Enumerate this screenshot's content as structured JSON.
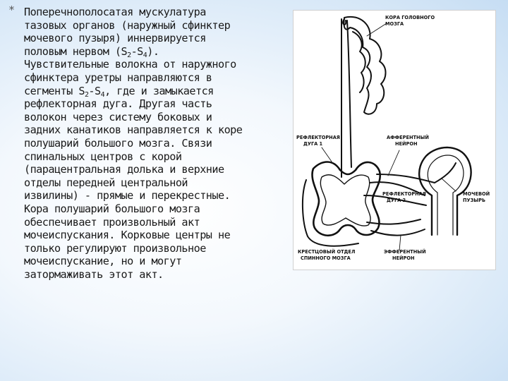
{
  "bullet_symbol": "*",
  "lines": [
    "Поперечнополосатая мускулатура",
    "тазовых органов (наружный сфинктер",
    "мочевого пузыря) иннервируется",
    [
      "половым нервом (S",
      "2",
      "-S",
      "4",
      ")."
    ],
    "Чувствительные волокна от наружного",
    "сфинктера уретры направляются в",
    [
      "сегменты S",
      "2",
      "-S",
      "4",
      ", где и замыкается"
    ],
    "рефлекторная дуга. Другая часть",
    "волокон через систему боковых и",
    "задних канатиков направляется к коре",
    "полушарий большого мозга. Связи",
    "спинальных центров с корой",
    "(парацентральная долька и верхние",
    "отделы передней центральной",
    "извилины) - прямые и перекрестные.",
    "Кора полушарий большого мозга",
    "обеспечивает произвольный акт",
    "мочеиспускания. Корковые центры не",
    "только регулируют произвольное",
    "мочеиспускание, но и могут",
    "затормаживать этот акт."
  ],
  "figure": {
    "labels": {
      "cortex": [
        "КОРА ГОЛОВНОГО",
        "МОЗГА"
      ],
      "reflex_arc_1": [
        "РЕФЛЕКТОРНАЯ",
        "ДУГА 1"
      ],
      "afferent_neuron": [
        "АФФЕРЕНТНЫЙ",
        "НЕЙРОН"
      ],
      "reflex_arc_2": [
        "РЕФЛЕКТОРНАЯ",
        "ДУГА 2"
      ],
      "bladder": [
        "МОЧЕВОЙ",
        "ПУЗЫРЬ"
      ],
      "sacral_spinal_cord": [
        "КРЕСТЦОВЫЙ ОТДЕЛ",
        "СПИННОГО МОЗГА"
      ],
      "efferent_neuron": [
        "ЭФФЕРЕНТНЫЙ",
        "НЕЙРОН"
      ]
    }
  }
}
